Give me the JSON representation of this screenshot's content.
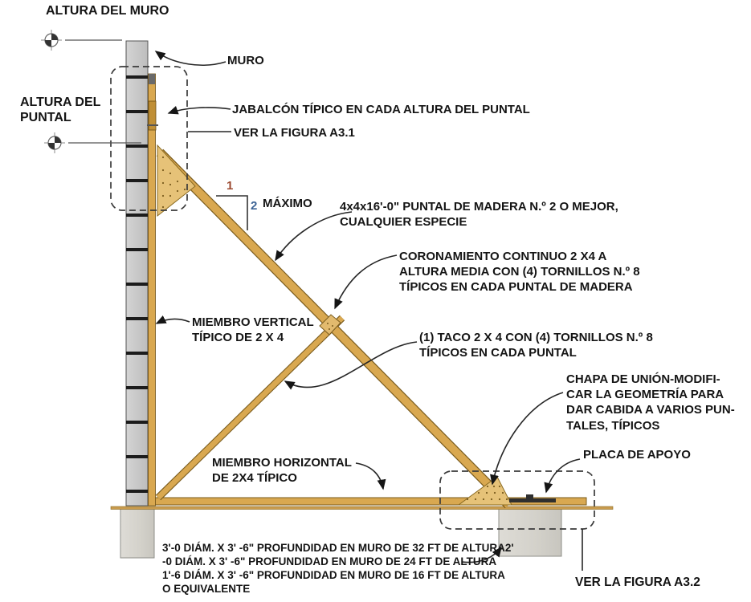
{
  "figure": {
    "description_language": "es",
    "type": "construction-shoring-detail"
  },
  "colors": {
    "wood": "#d9a850",
    "wood_edge": "#7a5c1e",
    "gusset": "#e6c278",
    "wall_block": "#c9c9c9",
    "concrete_footing": "#d6d4ce",
    "plate": "#2f2f2f",
    "slope_run_red": "#9c4a30",
    "slope_rise_blue": "#3c6395",
    "text": "#141414"
  },
  "labels": {
    "altura_muro": "ALTURA DEL MURO",
    "altura_puntal": "ALTURA DEL\nPUNTAL",
    "muro": "MURO",
    "jabalcon": "JABALCÓN TÍPICO EN CADA ALTURA DEL PUNTAL",
    "ver_figura_a31": "VER LA FIGURA A3.1",
    "slope_run": "1",
    "slope_rise": "2",
    "slope_max": "MÁXIMO",
    "puntal_madera": "4x4x16'-0\" PUNTAL DE MADERA N.º 2 O MEJOR,\nCUALQUIER ESPECIE",
    "coronamiento": "CORONAMIENTO CONTINUO 2 X4 A\nALTURA MEDIA CON (4) TORNILLOS N.º 8\nTÍPICOS EN CADA PUNTAL DE MADERA",
    "taco": "(1) TACO 2 X 4 CON (4) TORNILLOS N.º 8\nTÍPICOS EN CADA PUNTAL",
    "chapa_union": "CHAPA DE UNIÓN-MODIFI-\nCAR LA GEOMETRÍA PARA\nDAR CABIDA A VARIOS PUN-\nTALES, TÍPICOS",
    "placa_apoyo": "PLACA DE APOYO",
    "miembro_vertical": "MIEMBRO VERTICAL\nTÍPICO DE 2 X 4",
    "miembro_horizontal": "MIEMBRO HORIZONTAL\nDE 2X4 TÍPICO",
    "nota_cimentacion": "3'-0 DIÁM. X 3' -6\" PROFUNDIDAD EN MURO DE 32 FT DE ALTURA2'\n-0 DIÁM. X 3' -6\" PROFUNDIDAD EN MURO DE 24 FT DE ALTURA\n1'-6 DIÁM. X 3' -6\" PROFUNDIDAD EN MURO DE 16 FT DE ALTURA\nO EQUIVALENTE",
    "ver_figura_a32": "VER LA FIGURA A3.2"
  }
}
